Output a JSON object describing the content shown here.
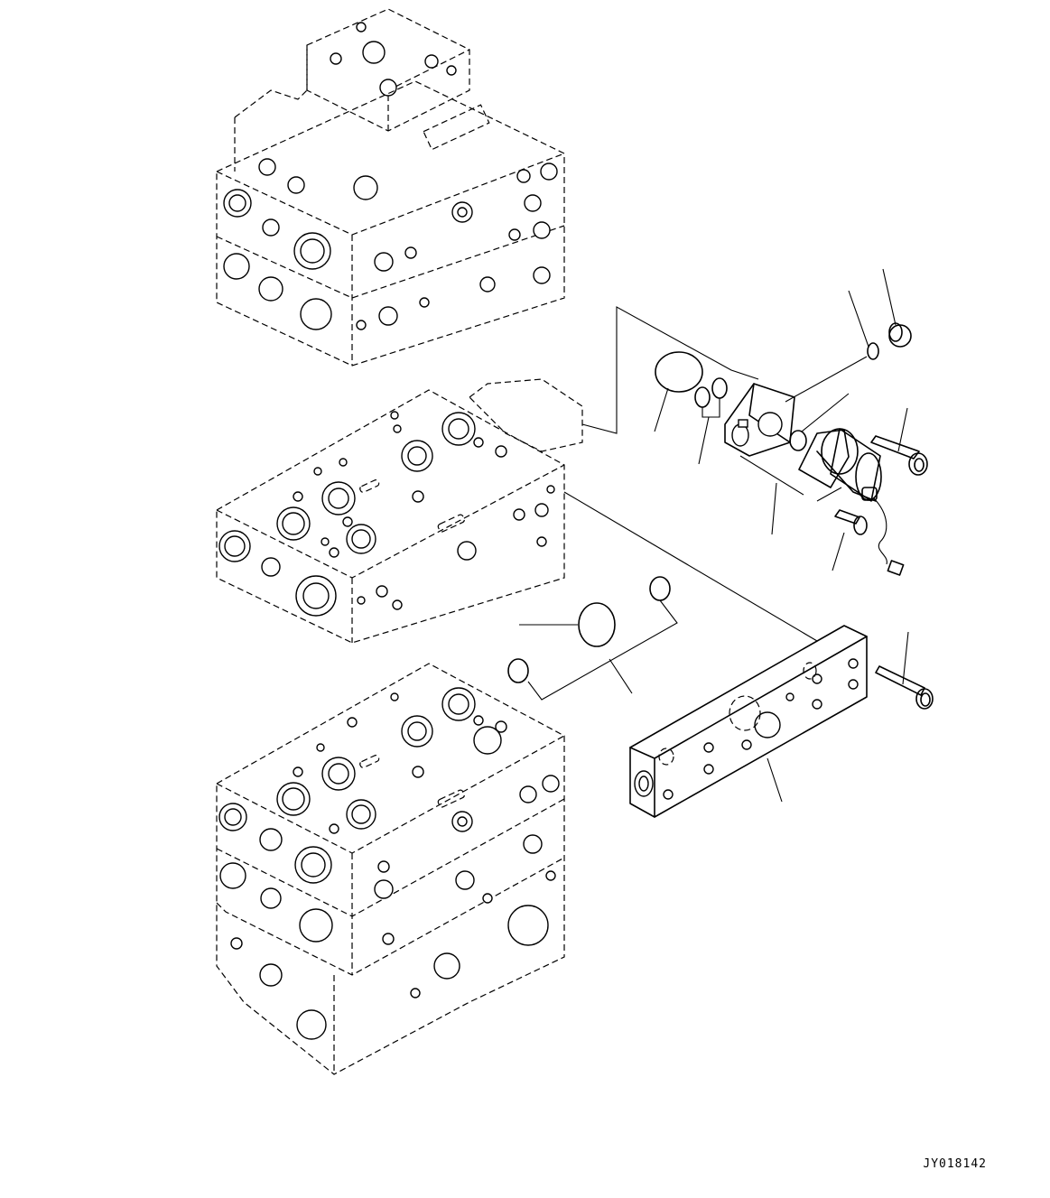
{
  "drawing": {
    "reference_code": "JY018142"
  },
  "parts": {
    "upper_valve_section": "upper-valve-section",
    "middle_valve_section": "middle-valve-section",
    "lower_valve_section": "lower-valve-section",
    "solenoid_assembly": "solenoid-assembly",
    "manifold_plate": "manifold-plate",
    "o_ring_set": "o-ring-set"
  }
}
